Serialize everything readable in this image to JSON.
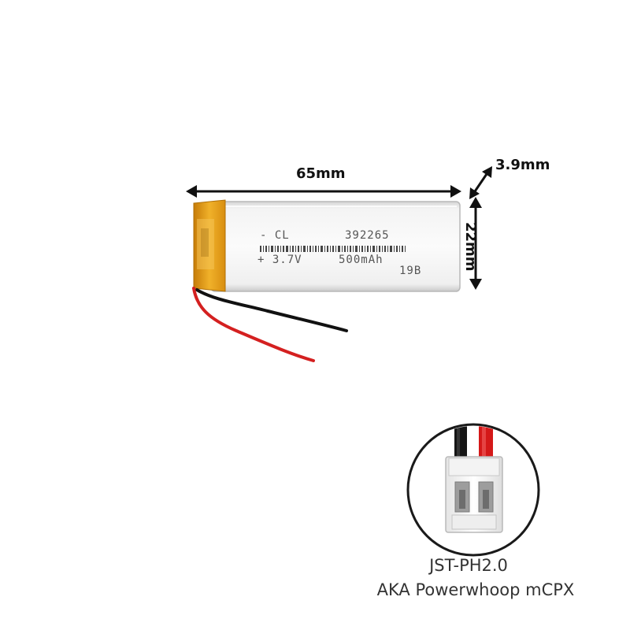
{
  "dimensions": {
    "width": "65mm",
    "depth": "3.9mm",
    "height": "22mm"
  },
  "battery_label": {
    "neg_line": "- CL",
    "model": "392265",
    "pos_line": "+ 3.7V",
    "capacity": "500mAh",
    "batch": "19B"
  },
  "connector_caption": {
    "line1": "JST-PH2.0",
    "line2": "AKA Powerwhoop mCPX"
  },
  "colors": {
    "battery_body": "#e8e8e8",
    "kapton_tape": "#e8a21a",
    "wire_red": "#d42020",
    "wire_black": "#111111"
  }
}
